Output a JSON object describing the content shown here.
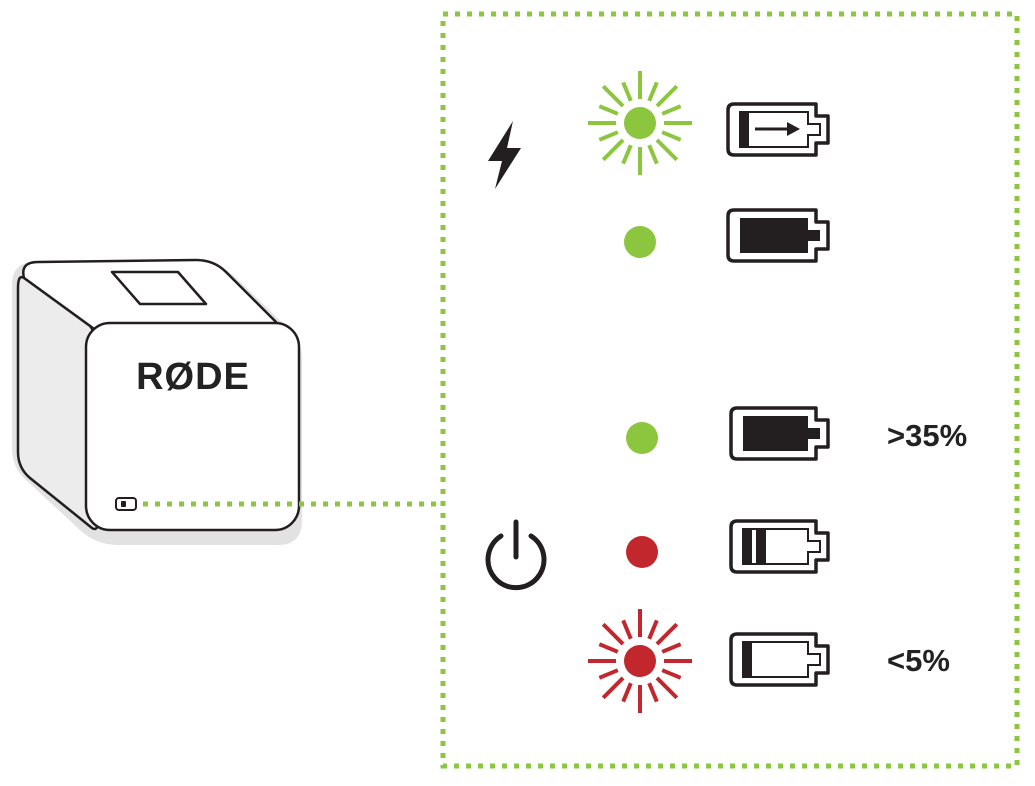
{
  "device": {
    "brand": "RØDE"
  },
  "colors": {
    "green": "#8cc63f",
    "red": "#c1272d",
    "ink": "#231f20",
    "device_shadow": "#e2e2e2"
  },
  "charging_section": {
    "icon": "lightning-icon",
    "rows": [
      {
        "led_color": "green",
        "led_state": "blinking",
        "battery_icon": "battery-charging-icon",
        "label": ""
      },
      {
        "led_color": "green",
        "led_state": "solid",
        "battery_icon": "battery-full-icon",
        "label": ""
      }
    ]
  },
  "power_section": {
    "icon": "power-icon",
    "rows": [
      {
        "led_color": "green",
        "led_state": "solid",
        "battery_icon": "battery-full-icon",
        "label": ">35%"
      },
      {
        "led_color": "red",
        "led_state": "solid",
        "battery_icon": "battery-low-icon",
        "label": ""
      },
      {
        "led_color": "red",
        "led_state": "blinking",
        "battery_icon": "battery-critical-icon",
        "label": "<5%"
      }
    ]
  }
}
